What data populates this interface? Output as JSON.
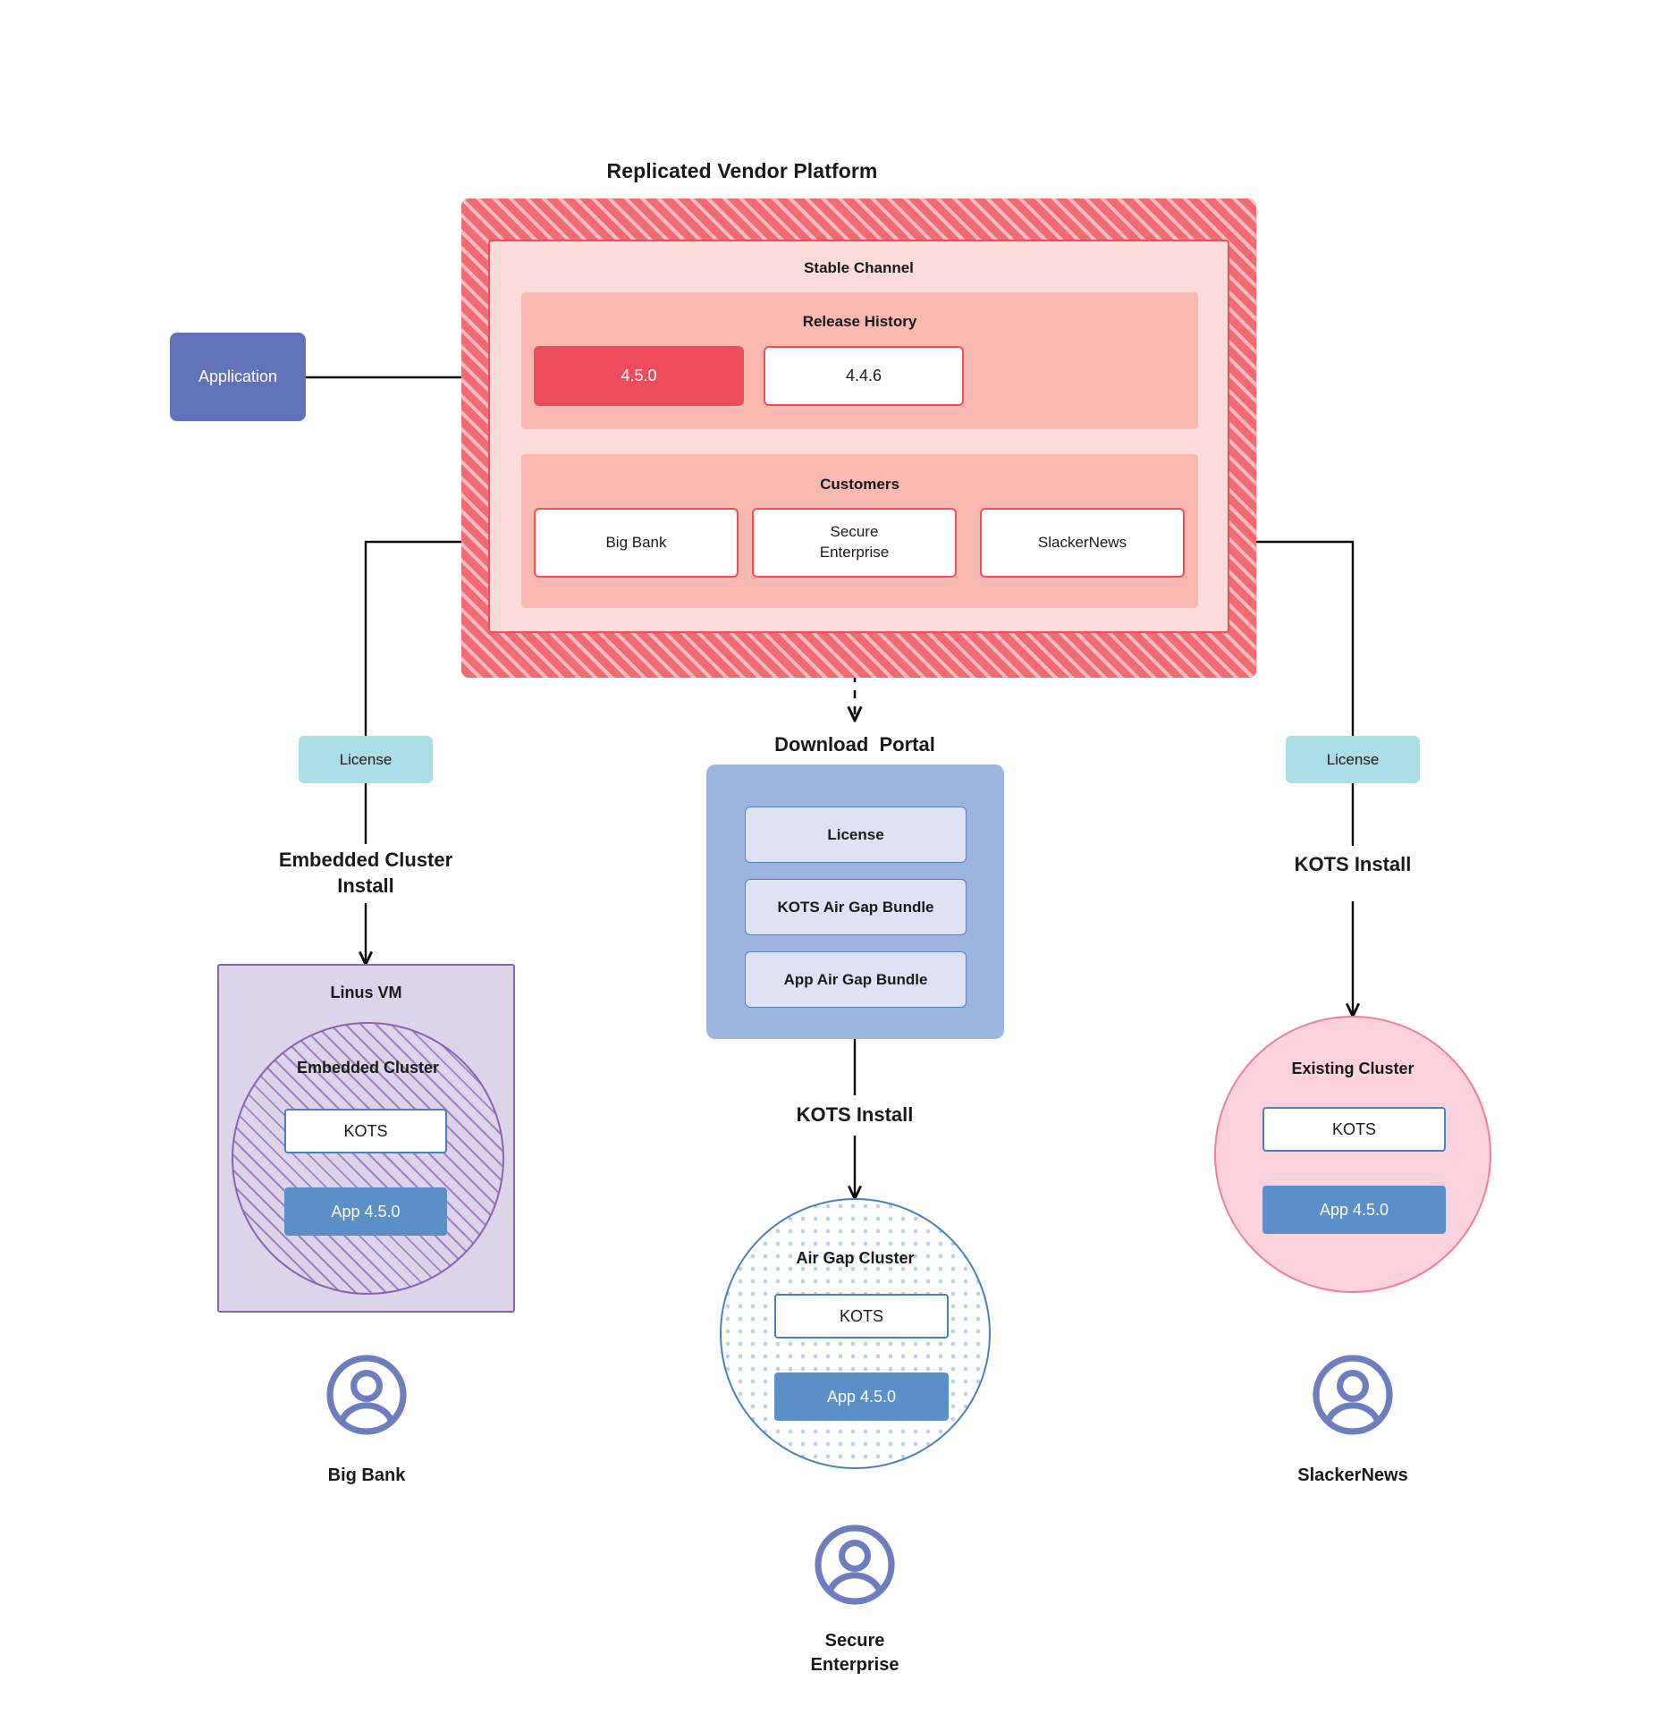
{
  "platform": {
    "title": "Replicated Vendor Platform",
    "channel_label": "Stable Channel",
    "release_history": {
      "label": "Release History",
      "releases": [
        {
          "version": "4.5.0",
          "state": "active"
        },
        {
          "version": "4.4.6",
          "state": "previous"
        }
      ]
    },
    "customers": {
      "label": "Customers",
      "items": [
        {
          "name": "Big Bank"
        },
        {
          "name": "Secure\nEnterprise"
        },
        {
          "name": "SlackerNews"
        }
      ]
    }
  },
  "application": {
    "label": "Application"
  },
  "left_path": {
    "license_label": "License",
    "install_label": "Embedded Cluster\nInstall",
    "vm_label": "Linus VM",
    "cluster_label": "Embedded Cluster",
    "kots_label": "KOTS",
    "app_label": "App 4.5.0",
    "customer_label": "Big Bank",
    "avatar_icon": "user-avatar-icon"
  },
  "middle_path": {
    "portal_title": "Download  Portal",
    "portal_items": [
      "License",
      "KOTS Air Gap Bundle",
      "App Air Gap Bundle"
    ],
    "install_label": "KOTS Install",
    "cluster_label": "Air Gap Cluster",
    "kots_label": "KOTS",
    "app_label": "App 4.5.0",
    "customer_label": "Secure\nEnterprise",
    "avatar_icon": "user-avatar-icon"
  },
  "right_path": {
    "license_label": "License",
    "install_label": "KOTS Install",
    "cluster_label": "Existing Cluster",
    "kots_label": "KOTS",
    "app_label": "App 4.5.0",
    "customer_label": "SlackerNews",
    "avatar_icon": "user-avatar-icon"
  },
  "colors": {
    "platform_hatch": "#f26b72",
    "channel_bg": "#fbdcd9",
    "section_bg": "#f9b9b0",
    "release_active": "#ed4c5c",
    "release_border": "#ef4e5a",
    "application": "#6272b8",
    "license": "#aadde5",
    "portal": "#9cb4de",
    "portal_item": "#dde3f3",
    "vm_purple": "#ddd4ea",
    "vm_border": "#8a63ad",
    "app_blue": "#5b8fc7",
    "kots_border": "#4a7fbd",
    "existing_cluster": "#fbd2dd",
    "existing_border": "#ef7d9d",
    "avatar": "#6e7dbe",
    "connector": "#0d0d0d"
  }
}
